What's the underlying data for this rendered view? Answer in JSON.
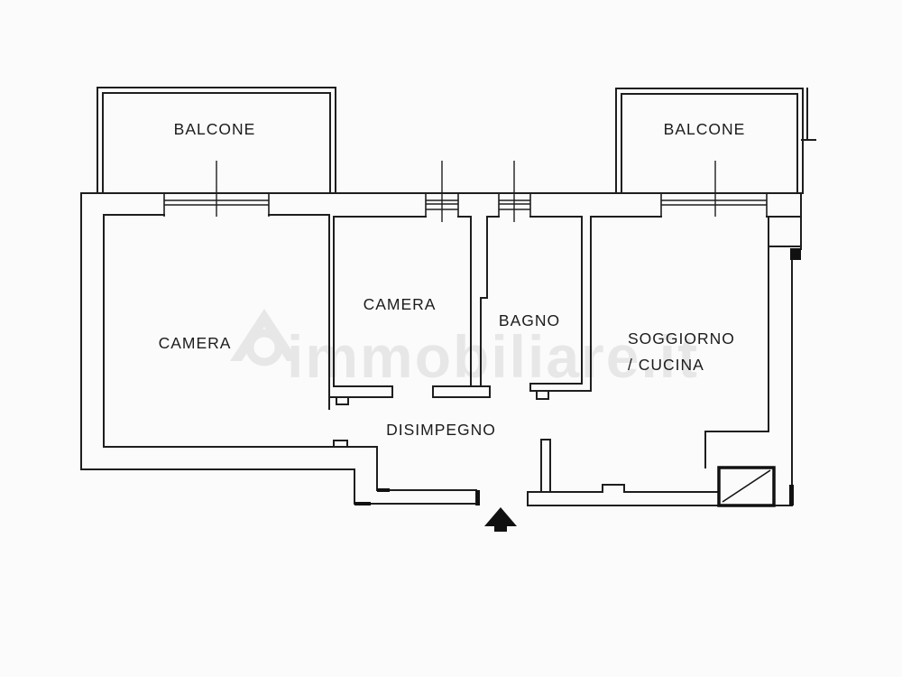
{
  "plan": {
    "type": "apartment-floor-plan",
    "rooms": [
      {
        "id": "balcone-left",
        "label": "BALCONE"
      },
      {
        "id": "balcone-right",
        "label": "BALCONE"
      },
      {
        "id": "camera-left",
        "label": "CAMERA"
      },
      {
        "id": "camera-middle",
        "label": "CAMERA"
      },
      {
        "id": "bagno",
        "label": "BAGNO"
      },
      {
        "id": "soggiorno-cucina",
        "label": "SOGGIORNO",
        "label_line2": "/ CUCINA"
      },
      {
        "id": "disimpegno",
        "label": "DISIMPEGNO"
      }
    ],
    "symbols": {
      "entrance_arrow": "filled-up-triangle",
      "shaft_box": "square-with-diagonal"
    },
    "colors": {
      "wall": "#1e1e1e",
      "background": "#fbfbfb",
      "label": "#1c1c1c"
    }
  },
  "watermark": {
    "text": "immobiliare.it"
  }
}
